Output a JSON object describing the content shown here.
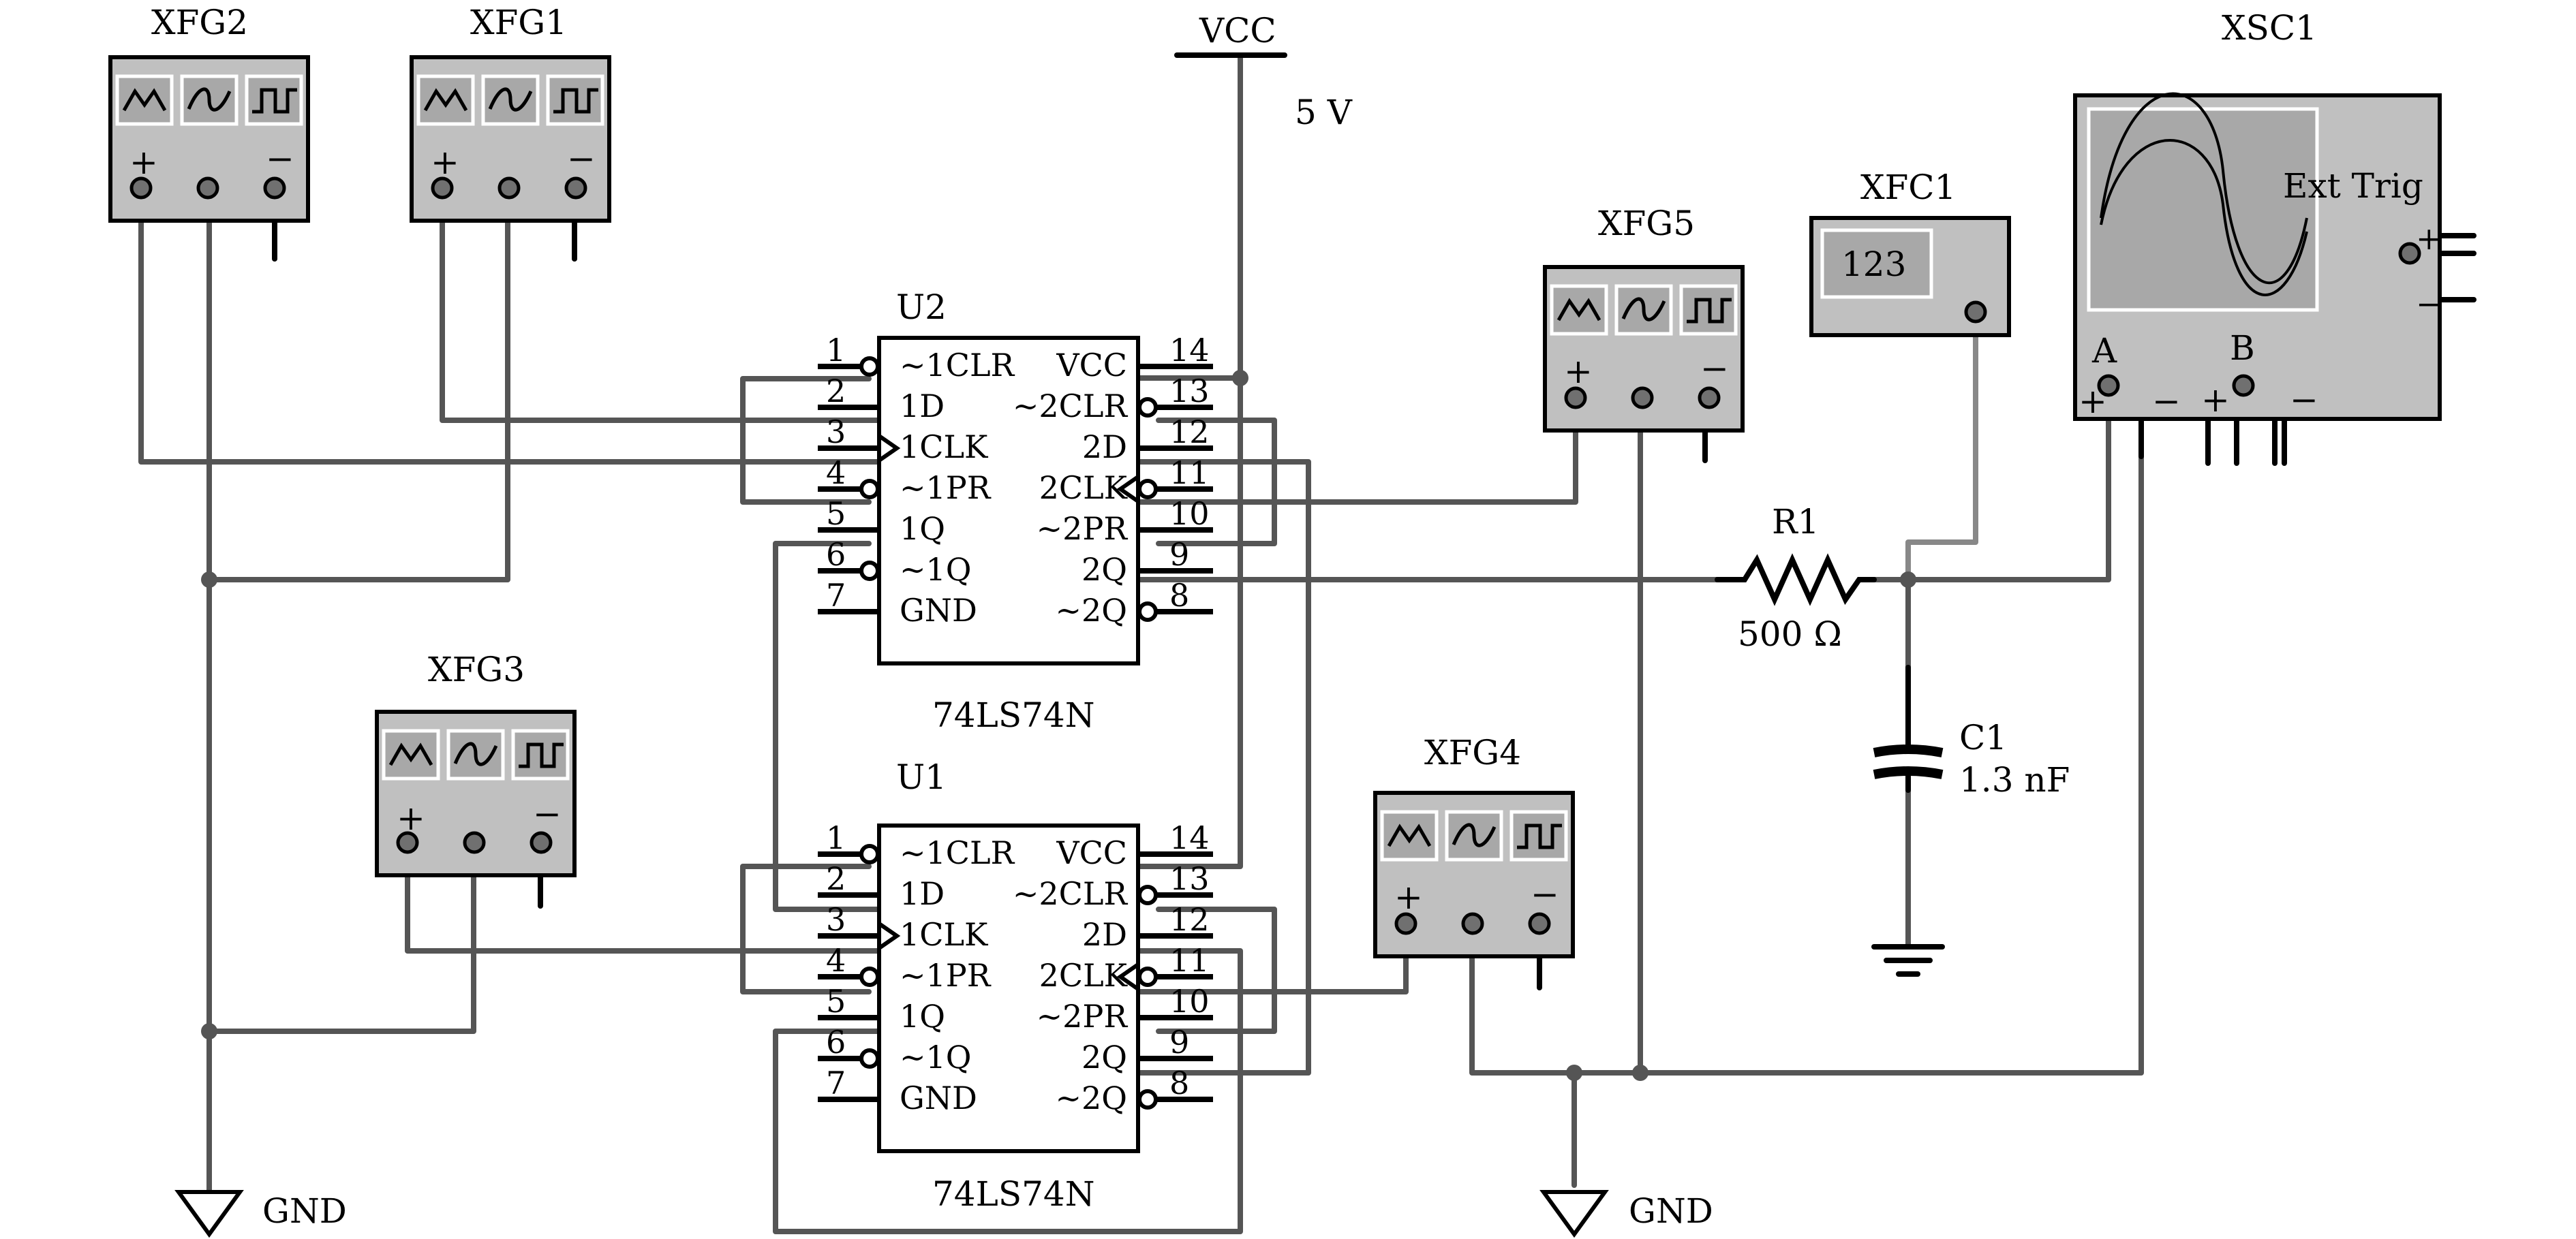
{
  "instruments": {
    "xfg2": "XFG2",
    "xfg1": "XFG1",
    "xfg3": "XFG3",
    "xfg4": "XFG4",
    "xfg5": "XFG5",
    "xfc1": "XFC1",
    "xfc1_display": "123",
    "xsc1": "XSC1",
    "xsc1_ext_trig": "Ext Trig",
    "xsc1_a": "A",
    "xsc1_b": "B"
  },
  "power": {
    "vcc_label": "VCC",
    "vcc_value": "5 V"
  },
  "grounds": {
    "gnd_left": "GND",
    "gnd_right": "GND"
  },
  "chips": {
    "u2": {
      "ref": "U2",
      "part": "74LS74N"
    },
    "u1": {
      "ref": "U1",
      "part": "74LS74N"
    },
    "left_pins": [
      "~1CLR",
      "1D",
      "1CLK",
      "~1PR",
      "1Q",
      "~1Q",
      "GND"
    ],
    "right_pins": [
      "VCC",
      "~2CLR",
      "2D",
      "2CLK",
      "~2PR",
      "2Q",
      "~2Q"
    ],
    "left_nums": [
      "1",
      "2",
      "3",
      "4",
      "5",
      "6",
      "7"
    ],
    "right_nums": [
      "14",
      "13",
      "12",
      "11",
      "10",
      "9",
      "8"
    ]
  },
  "passives": {
    "r1_ref": "R1",
    "r1_value": "500 Ω",
    "c1_ref": "C1",
    "c1_value": "1.3 nF"
  },
  "symbols": {
    "plus": "+",
    "minus": "−"
  }
}
